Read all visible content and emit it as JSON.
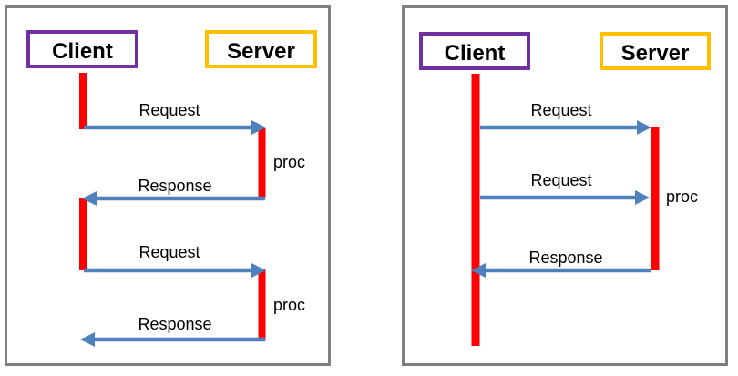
{
  "colors": {
    "panel_border": "#808080",
    "client_border": "#7030A0",
    "server_border": "#FFC000",
    "lifeline": "#FF0000",
    "arrow": "#4F81BD",
    "text": "#000000"
  },
  "left_diagram": {
    "client_label": "Client",
    "server_label": "Server",
    "messages": [
      {
        "label": "Request",
        "direction": "right"
      },
      {
        "label": "Response",
        "direction": "left"
      },
      {
        "label": "Request",
        "direction": "right"
      },
      {
        "label": "Response",
        "direction": "left"
      }
    ],
    "proc_labels": [
      "proc",
      "proc"
    ]
  },
  "right_diagram": {
    "client_label": "Client",
    "server_label": "Server",
    "messages": [
      {
        "label": "Request",
        "direction": "right"
      },
      {
        "label": "Request",
        "direction": "right"
      },
      {
        "label": "Response",
        "direction": "left"
      }
    ],
    "proc_labels": [
      "proc"
    ]
  }
}
